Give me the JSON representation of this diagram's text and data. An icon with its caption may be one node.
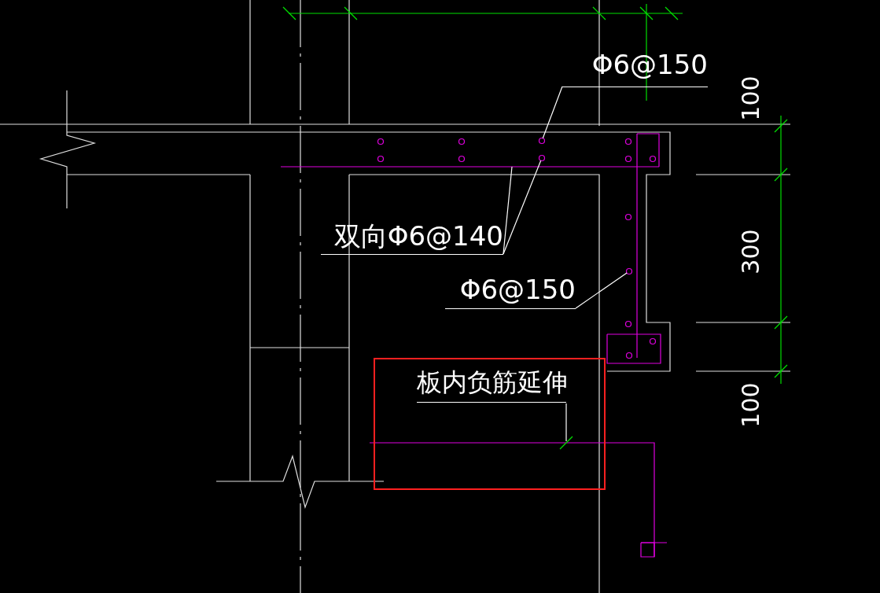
{
  "diagram": {
    "nodes": [
      {
        "text": [
          "Φ6@150"
        ]
      },
      {
        "text": [],
        "shape": "circle"
      },
      {
        "text": [
          "双向Φ6@140"
        ]
      },
      {
        "text": [],
        "shape": "circle"
      },
      {
        "text": [
          "Φ6@150"
        ]
      },
      {
        "text": [],
        "shape": "circle"
      },
      {
        "text": [
          "板内负筋延伸"
        ]
      }
    ],
    "edges": [
      {
        "from": 0,
        "to": 1,
        "arrow": "none"
      },
      {
        "from": 2,
        "to": null,
        "arrow": "none"
      },
      {
        "from": 2,
        "to": 3,
        "arrow": "none"
      },
      {
        "from": 4,
        "to": 5,
        "arrow": "none"
      },
      {
        "from": 6,
        "to": null,
        "arrow": "none"
      }
    ],
    "labels": [
      "100",
      "300",
      "100"
    ]
  }
}
